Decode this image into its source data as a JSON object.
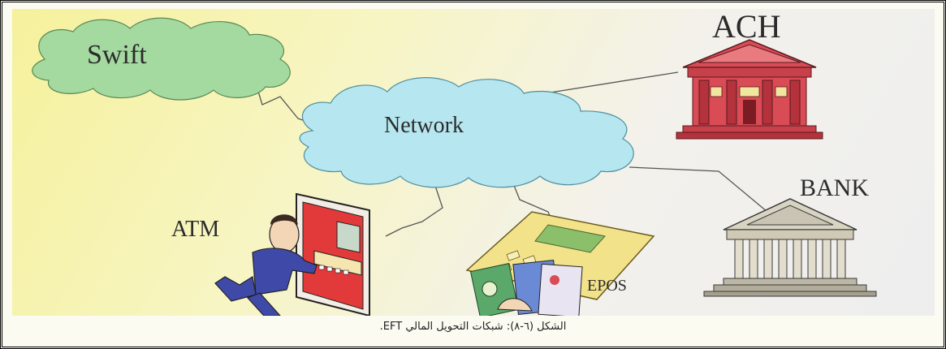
{
  "diagram": {
    "nodes": {
      "swift": "Swift",
      "network": "Network",
      "ach": "ACH",
      "bank": "BANK",
      "atm": "ATM",
      "epos": "EPOS"
    },
    "caption": "الشكل (٦-٨): شبكات التحويل المالي EFT.",
    "colors": {
      "cloud_green": "#a4d9a0",
      "cloud_blue": "#b6e6ef",
      "ach_red": "#d94b55",
      "bank_gray": "#c9c4b4",
      "atm_red": "#e23a3a",
      "person_blue": "#3f4aa8"
    }
  }
}
